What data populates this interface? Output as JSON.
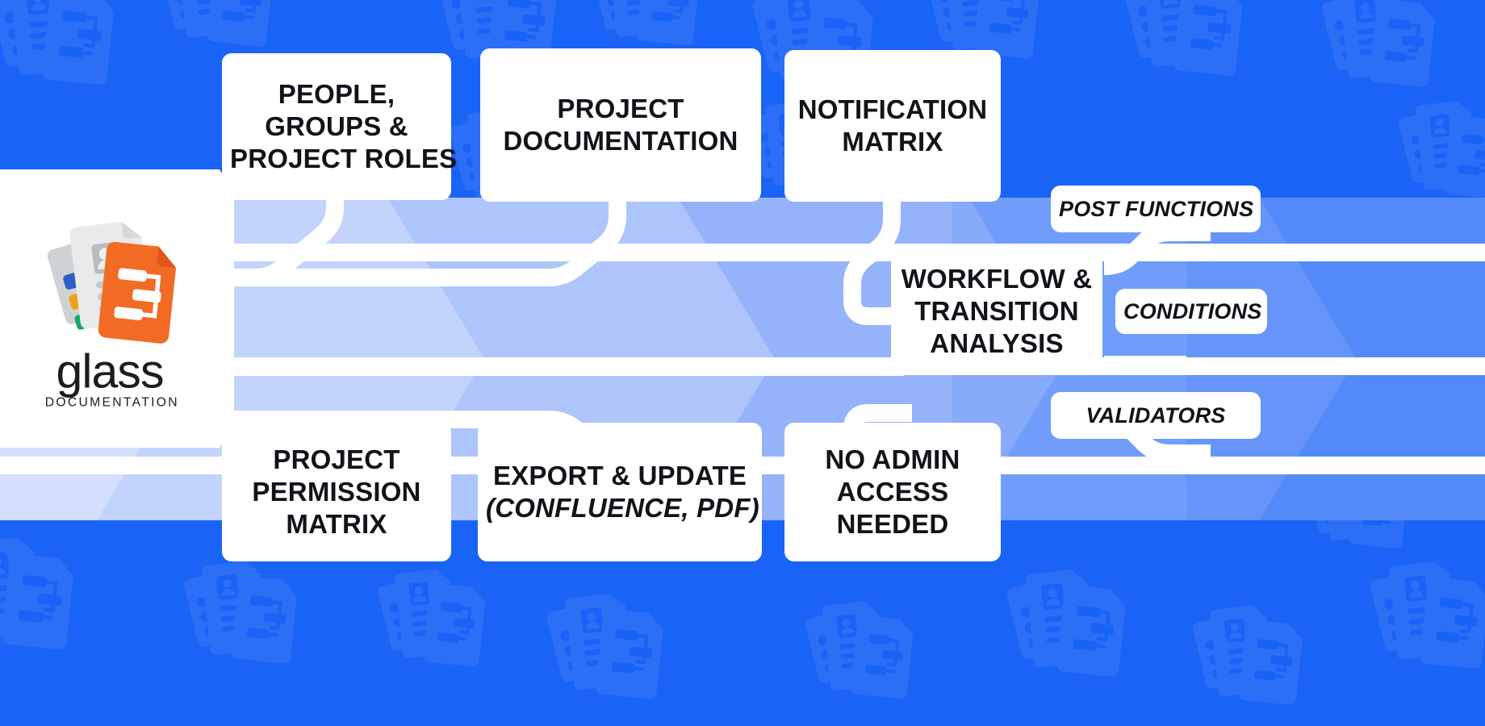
{
  "brand": {
    "name": "glass",
    "subtitle": "DOCUMENTATION",
    "logo_icon": "glass-documentation-logo",
    "accent_orange": "#F26B25",
    "accent_orange_dark": "#E2551B",
    "card_grey": "#DEDEDE",
    "swatch_blue": "#2D5FC4",
    "swatch_orange": "#F2A114",
    "swatch_green": "#16A864"
  },
  "theme": {
    "background_blue": "#1A63F7",
    "band_mid_blue": "#4C88FB",
    "band_light_blue": "#7FA8FC",
    "band_pale_blue": "#B9CCFB",
    "band_palest_blue": "#C9D8FD",
    "card_white": "#FFFFFF",
    "text_black": "#111318"
  },
  "top_row": [
    {
      "id": "people-groups-project-roles",
      "lines": [
        "PEOPLE,",
        "GROUPS &",
        "PROJECT ROLES"
      ]
    },
    {
      "id": "project-documentation",
      "lines": [
        "PROJECT",
        "DOCUMENTATION"
      ]
    },
    {
      "id": "notification-matrix",
      "lines": [
        "NOTIFICATION",
        "MATRIX"
      ]
    }
  ],
  "bottom_row": [
    {
      "id": "project-permission-matrix",
      "lines": [
        "PROJECT",
        "PERMISSION",
        "MATRIX"
      ]
    },
    {
      "id": "export-and-update",
      "lines": [
        "EXPORT & UPDATE"
      ],
      "italic_lines": [
        "(CONFLUENCE, PDF)"
      ]
    },
    {
      "id": "no-admin-access-needed",
      "lines": [
        "NO ADMIN",
        "ACCESS",
        "NEEDED"
      ]
    }
  ],
  "right_hub": {
    "id": "workflow-transition-analysis",
    "lines": [
      "WORKFLOW &",
      "TRANSITION",
      "ANALYSIS"
    ]
  },
  "right_pills": [
    {
      "id": "post-functions",
      "label": "POST FUNCTIONS"
    },
    {
      "id": "conditions",
      "label": "CONDITIONS"
    },
    {
      "id": "validators",
      "label": "VALIDATORS"
    }
  ]
}
